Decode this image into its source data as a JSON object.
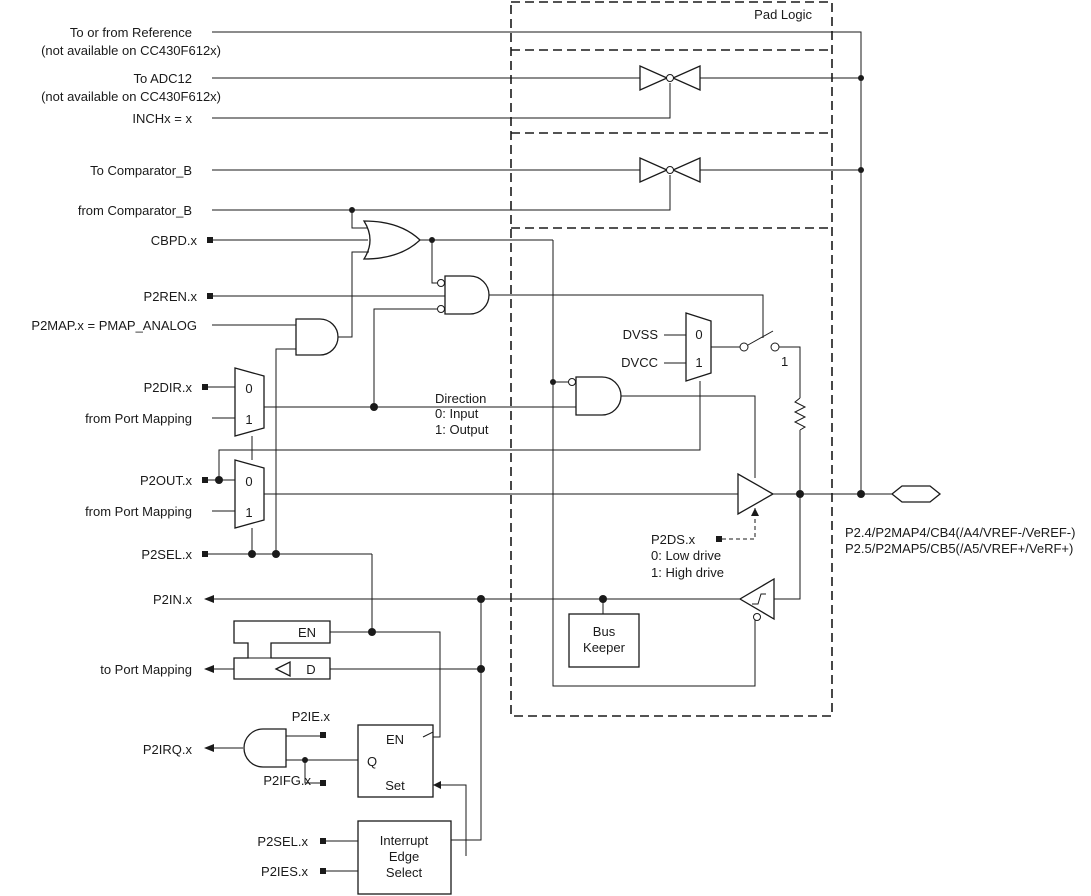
{
  "labels": {
    "ref_line1": "To or from Reference",
    "ref_line2": "(not available on CC430F612x)",
    "adc_line1": "To ADC12",
    "adc_line2": "(not available on CC430F612x)",
    "inch": "INCHx = x",
    "to_comp": "To Comparator_B",
    "from_comp": "from Comparator_B",
    "cbpd": "CBPD.x",
    "p2ren": "P2REN.x",
    "p2map": "P2MAP.x = PMAP_ANALOG",
    "p2dir": "P2DIR.x",
    "from_pm1": "from Port Mapping",
    "p2out": "P2OUT.x",
    "from_pm2": "from Port Mapping",
    "p2sel": "P2SEL.x",
    "p2in": "P2IN.x",
    "to_pm": "to Port Mapping",
    "p2irq": "P2IRQ.x",
    "p2ie": "P2IE.x",
    "p2ifg": "P2IFG.x",
    "p2sel2": "P2SEL.x",
    "p2ies": "P2IES.x",
    "pad_logic": "Pad Logic",
    "dvss": "DVSS",
    "dvcc": "DVCC",
    "mux0": "0",
    "mux1": "1",
    "sw1": "1",
    "direction": "Direction",
    "dir0": "0: Input",
    "dir1": "1: Output",
    "p2ds": "P2DS.x",
    "low_drive": "0: Low drive",
    "high_drive": "1: High drive",
    "bus_keeper_1": "Bus",
    "bus_keeper_2": "Keeper",
    "en": "EN",
    "d": "D",
    "en2": "EN",
    "q": "Q",
    "set": "Set",
    "ies_1": "Interrupt",
    "ies_2": "Edge",
    "ies_3": "Select",
    "pin_line1": "P2.4/P2MAP4/CB4(/A4/VREF-/VeREF-)",
    "pin_line2": "P2.5/P2MAP5/CB5(/A5/VREF+/VeRF+)"
  }
}
